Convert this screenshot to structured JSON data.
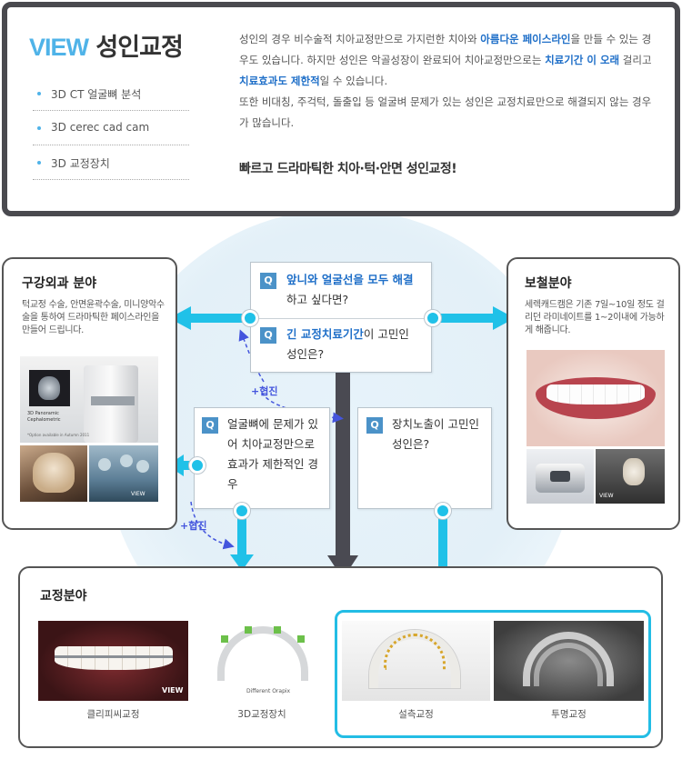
{
  "header": {
    "title_brand": "VIEW",
    "title_main": "성인교정",
    "bullets": [
      "3D CT 얼굴뼈 분석",
      "3D cerec cad cam",
      "3D 교정장치"
    ],
    "intro": {
      "p1_a": "성인의 경우 비수술적 치아교정만으로 가지런한 치아와 ",
      "p1_hl": "아름다운 페이스라인",
      "p1_b": "을 만들 수 있는 경우도 있습니다. 하지만 성인은 악골성장이 완료되어 치아교정만으로는 ",
      "p1_hl2": "치료기간 이 오래",
      "p1_c": " 걸리고 ",
      "p1_hl3": "치료효과도 제한적",
      "p1_d": "일 수 있습니다.",
      "p2": "또한 비대칭, 주걱턱, 돌출입 등 얼굴벼 문제가 있는 성인은  교정치료만으로 해결되지 않는 경우가 많습니다."
    },
    "slogan": "빠르고 드라마틱한 치아·턱·안면 성인교정!"
  },
  "left_panel": {
    "title": "구강외과 분야",
    "desc": "턱교정 수술, 안면윤곽수술, 미니양악수술을 통하여 드라마틱한 페이스라인을 만들어 드립니다.",
    "img_text_1": "3D Panoramic Cephalometric",
    "img_text_2": "*Option available in Autumn 2011",
    "img_text_3": "VIEW"
  },
  "right_panel": {
    "title": "보철분야",
    "desc": "세렉캐드캠은 기존 7일~10일 정도 걸리던 라미네이트를 1~2이내에 가능하게 해줍니다.",
    "img_text": "VIEW"
  },
  "questions": {
    "q_label": "Q",
    "q1_hl": "앞니와 얼굴선을 모두 해결",
    "q1_rest": "하고 싶다면?",
    "q2_hl": "긴 교정치료기간",
    "q2_rest": "이 고민인 성인은?",
    "q3": "얼굴뼈에 문제가 있어 치아교정만으로 효과가 제한적인 경우",
    "q4": "장치노출이 고민인 성인은?"
  },
  "hyupjin": "+협진",
  "bottom": {
    "title": "교정분야",
    "items": [
      {
        "label": "클리피씨교정",
        "img_text": "VIEW"
      },
      {
        "label": "3D교정장치",
        "img_text": "Different Orapix"
      },
      {
        "label": "설측교정",
        "img_text": ""
      },
      {
        "label": "투명교정",
        "img_text": ""
      }
    ]
  },
  "colors": {
    "accent": "#20c1e8",
    "brand": "#4fb3e8",
    "highlight_text": "#1f6fc8",
    "arrow_dark": "#4a4a52",
    "hyupjin": "#4455dd"
  }
}
